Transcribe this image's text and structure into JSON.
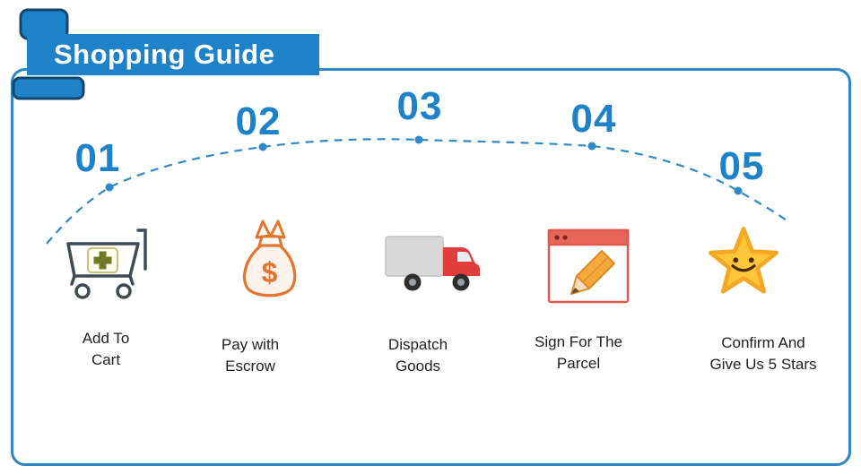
{
  "header": {
    "title": "Shopping Guide"
  },
  "colors": {
    "accent_blue": "#1e82c8",
    "outline_navy": "#14456e",
    "border_blue": "#2e86c4",
    "orange": "#e2762e",
    "truck_red": "#e23d3d",
    "cargo_gray": "#d8d8d8",
    "star_yellow": "#ffc63a",
    "pencil_orange": "#f5a83c"
  },
  "steps": [
    {
      "number": "01",
      "label_line1": "Add To",
      "label_line2": "Cart",
      "icon": "cart-plus-icon"
    },
    {
      "number": "02",
      "label_line1": "Pay with",
      "label_line2": "Escrow",
      "icon": "money-bag-icon"
    },
    {
      "number": "03",
      "label_line1": "Dispatch",
      "label_line2": "Goods",
      "icon": "delivery-truck-icon"
    },
    {
      "number": "04",
      "label_line1": "Sign For The",
      "label_line2": "Parcel",
      "icon": "sign-document-icon"
    },
    {
      "number": "05",
      "label_line1": "Confirm And",
      "label_line2": "Give Us 5 Stars",
      "icon": "smiling-star-icon"
    }
  ]
}
